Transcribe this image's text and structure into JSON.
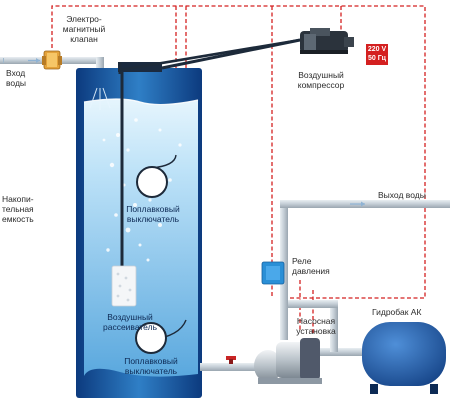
{
  "labels": {
    "valve": "Электро-\nмагнитный\nклапан",
    "water_in": "Вход\nводы",
    "compressor": "Воздушный\nкомпрессор",
    "power_voltage": "220 V",
    "power_freq": "50 Гц",
    "tank": "Накопи-\nтельная\nемкость",
    "float_upper": "Поплавковый\nвыключатель",
    "water_out": "Выход воды",
    "pressure_relay": "Реле\nдавления",
    "aerator": "Воздушный\nрассеиватель",
    "pump": "Насосная\nустановка",
    "hydro_tank": "Гидробак АК",
    "float_lower": "Поплавковый\nвыключатель"
  },
  "colors": {
    "tank_dark": "#0e3f86",
    "tank_mid": "#2e7cc4",
    "water_light": "#bfe3f8",
    "pipe": "#c8d2da",
    "cable": "#1d2a3a",
    "wire": "#d42020",
    "relay": "#2a8fd6",
    "hydro": "#1f5aa6"
  }
}
